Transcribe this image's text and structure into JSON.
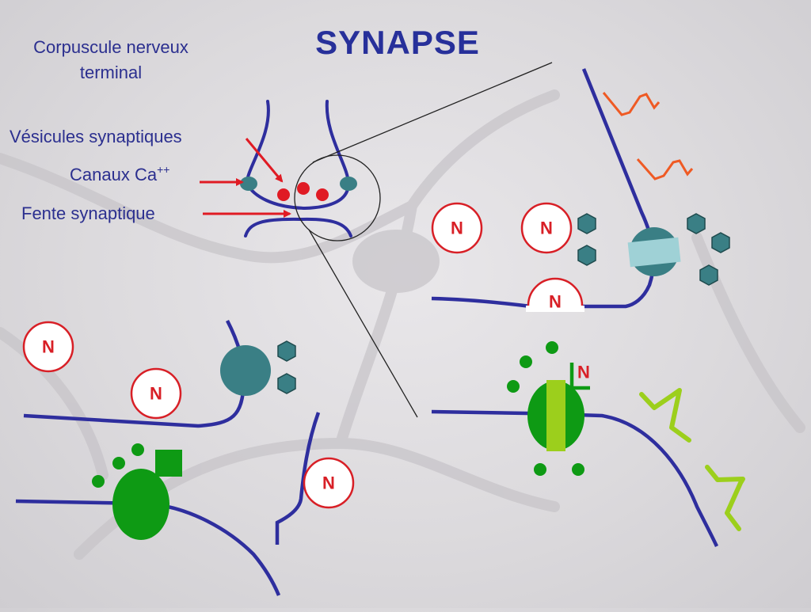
{
  "title": "SYNAPSE",
  "labels": {
    "corpuscule": "Corpuscule nerveux terminal",
    "vesicules": "Vésicules synaptiques",
    "canaux": "Canaux Ca",
    "canaux_charge": "++",
    "fente": "Fente synaptique"
  },
  "neurotransmitter_label": "N",
  "colors": {
    "membrane": "#2e2e9e",
    "pointer_arrow": "#e01b24",
    "neurotransmitter": "#d81f26",
    "receptor_teal": "#3a7f85",
    "channel_green": "#0e9a14",
    "lime": "#9ccf1c",
    "signal_orange": "#ef5a24",
    "title_blue": "#27309a"
  }
}
